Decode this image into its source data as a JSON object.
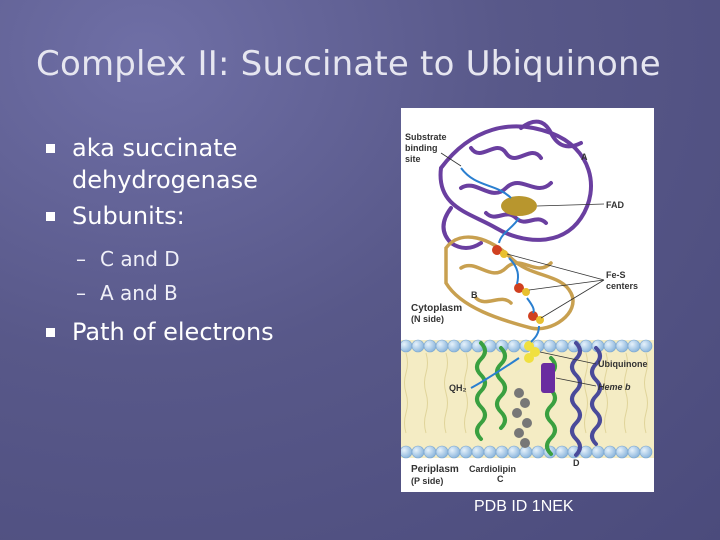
{
  "slide": {
    "title": "Complex II: Succinate to Ubiquinone",
    "bullets": [
      {
        "line1": "aka succinate",
        "line2": "dehydrogenase"
      },
      {
        "line1": "Subunits:"
      },
      {
        "line1": "Path of electrons"
      }
    ],
    "sub_bullets": [
      "C and D",
      "A and B"
    ],
    "caption": "PDB ID 1NEK"
  },
  "figure": {
    "labels": {
      "substrate_1": "Substrate",
      "substrate_2": "binding",
      "substrate_3": "site",
      "subunit_a": "A",
      "fad": "FAD",
      "fes_1": "Fe-S",
      "fes_2": "centers",
      "subunit_b": "B",
      "cytoplasm": "Cytoplasm",
      "cytoplasm_side": "(N side)",
      "ubiquinone": "Ubiquinone",
      "qh2": "QH₂",
      "heme_b": "Heme b",
      "subunit_d": "D",
      "periplasm": "Periplasm",
      "periplasm_side": "(P side)",
      "cardiolipin": "Cardiolipin",
      "subunit_c": "C"
    },
    "colors": {
      "subunit_a": "#6a3fa0",
      "subunit_b": "#c8a050",
      "subunit_c": "#3aa040",
      "subunit_d": "#4a4a9a",
      "membrane_heads": "#a9cbe8",
      "electron_path": "#2a7fd0"
    }
  }
}
